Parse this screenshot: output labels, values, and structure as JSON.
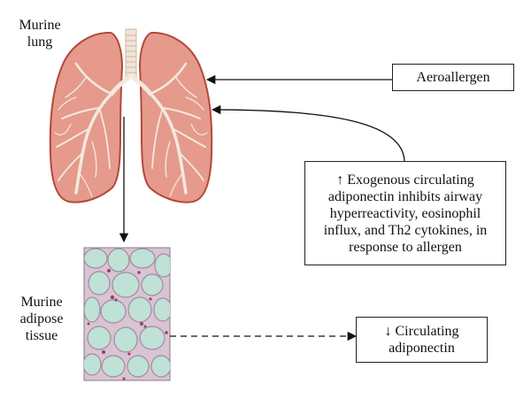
{
  "labels": {
    "murine_lung": "Murine\nlung",
    "murine_adipose_tissue": "Murine\nadipose\ntissue"
  },
  "boxes": {
    "aeroallergen": "Aeroallergen",
    "exogenous_adiponectin": "↑ Exogenous circulating\nadiponectin inhibits airway\nhyperreactivity, eosinophil\ninflux, and Th2 cytokines, in\nresponse to allergen",
    "circulating_adiponectin": "↓ Circulating\nadiponectin"
  },
  "colors": {
    "lung_fill": "#e59a8c",
    "lung_outline": "#b4483c",
    "airway": "#f3e9de",
    "adipocyte": "#bfe1d6",
    "tissue_stroma": "#d8c4d3",
    "nuclei": "#9a3c6e"
  }
}
